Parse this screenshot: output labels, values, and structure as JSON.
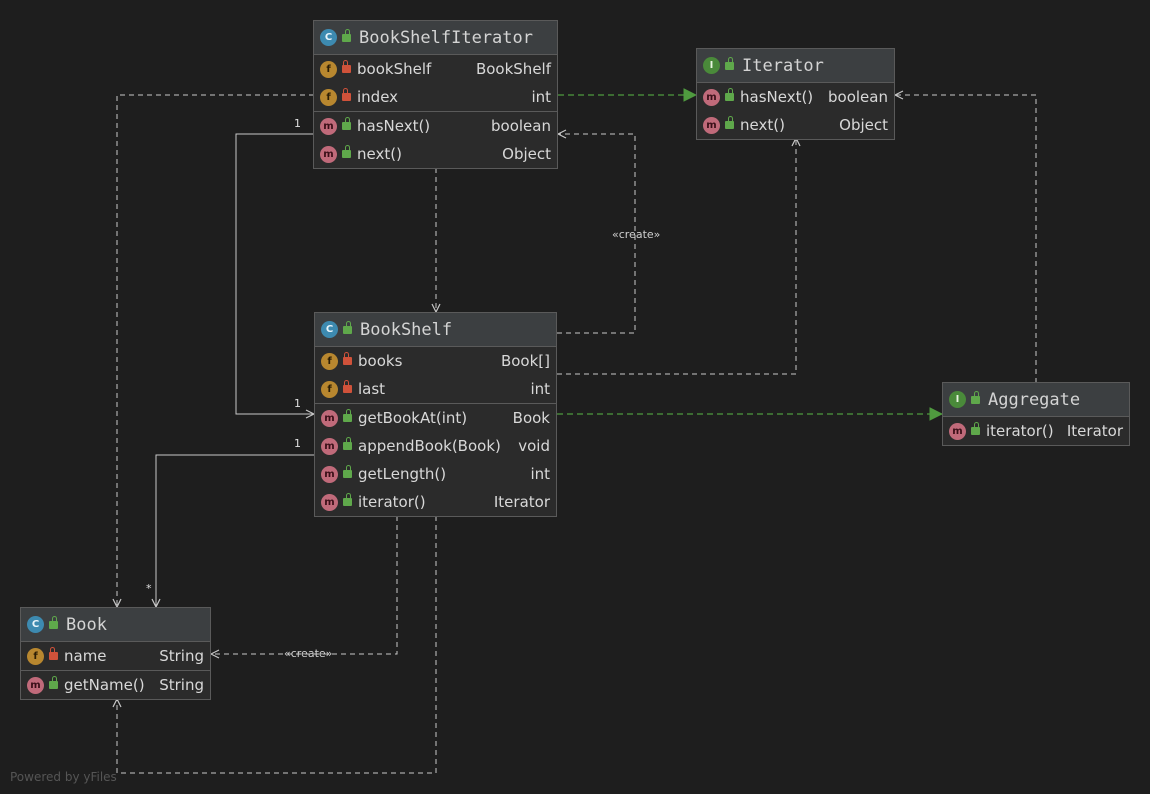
{
  "colors": {
    "background": "#1e1e1e",
    "node_fill": "#2b2b2b",
    "node_header": "#3c3f41",
    "dependency_line": "#c8c8c8",
    "realization_line": "#4f9a3f"
  },
  "nodes": {
    "bookshelfiterator": {
      "kind": "class",
      "title": "BookShelfIterator",
      "fields": [
        {
          "name": "bookShelf",
          "type": "BookShelf",
          "visibility": "private"
        },
        {
          "name": "index",
          "type": "int",
          "visibility": "private"
        }
      ],
      "methods": [
        {
          "name": "hasNext()",
          "type": "boolean",
          "visibility": "public"
        },
        {
          "name": "next()",
          "type": "Object",
          "visibility": "public"
        }
      ]
    },
    "iterator": {
      "kind": "interface",
      "title": "Iterator",
      "methods": [
        {
          "name": "hasNext()",
          "type": "boolean",
          "visibility": "public"
        },
        {
          "name": "next()",
          "type": "Object",
          "visibility": "public"
        }
      ]
    },
    "bookshelf": {
      "kind": "class",
      "title": "BookShelf",
      "fields": [
        {
          "name": "books",
          "type": "Book[]",
          "visibility": "private"
        },
        {
          "name": "last",
          "type": "int",
          "visibility": "private"
        }
      ],
      "methods": [
        {
          "name": "getBookAt(int)",
          "type": "Book",
          "visibility": "public"
        },
        {
          "name": "appendBook(Book)",
          "type": "void",
          "visibility": "public"
        },
        {
          "name": "getLength()",
          "type": "int",
          "visibility": "public"
        },
        {
          "name": "iterator()",
          "type": "Iterator",
          "visibility": "public"
        }
      ]
    },
    "aggregate": {
      "kind": "interface",
      "title": "Aggregate",
      "methods": [
        {
          "name": "iterator()",
          "type": "Iterator",
          "visibility": "public"
        }
      ]
    },
    "book": {
      "kind": "class",
      "title": "Book",
      "fields": [
        {
          "name": "name",
          "type": "String",
          "visibility": "private"
        }
      ],
      "methods": [
        {
          "name": "getName()",
          "type": "String",
          "visibility": "public"
        }
      ]
    }
  },
  "edge_labels": {
    "create_bookshelf": "«create»",
    "create_book": "«create»"
  },
  "multiplicities": {
    "iter_to_shelf_one": "1",
    "iter_to_shelf_end_one": "1",
    "shelf_to_book_one": "1",
    "shelf_to_book_many": "*"
  },
  "watermark": "Powered by yFiles"
}
